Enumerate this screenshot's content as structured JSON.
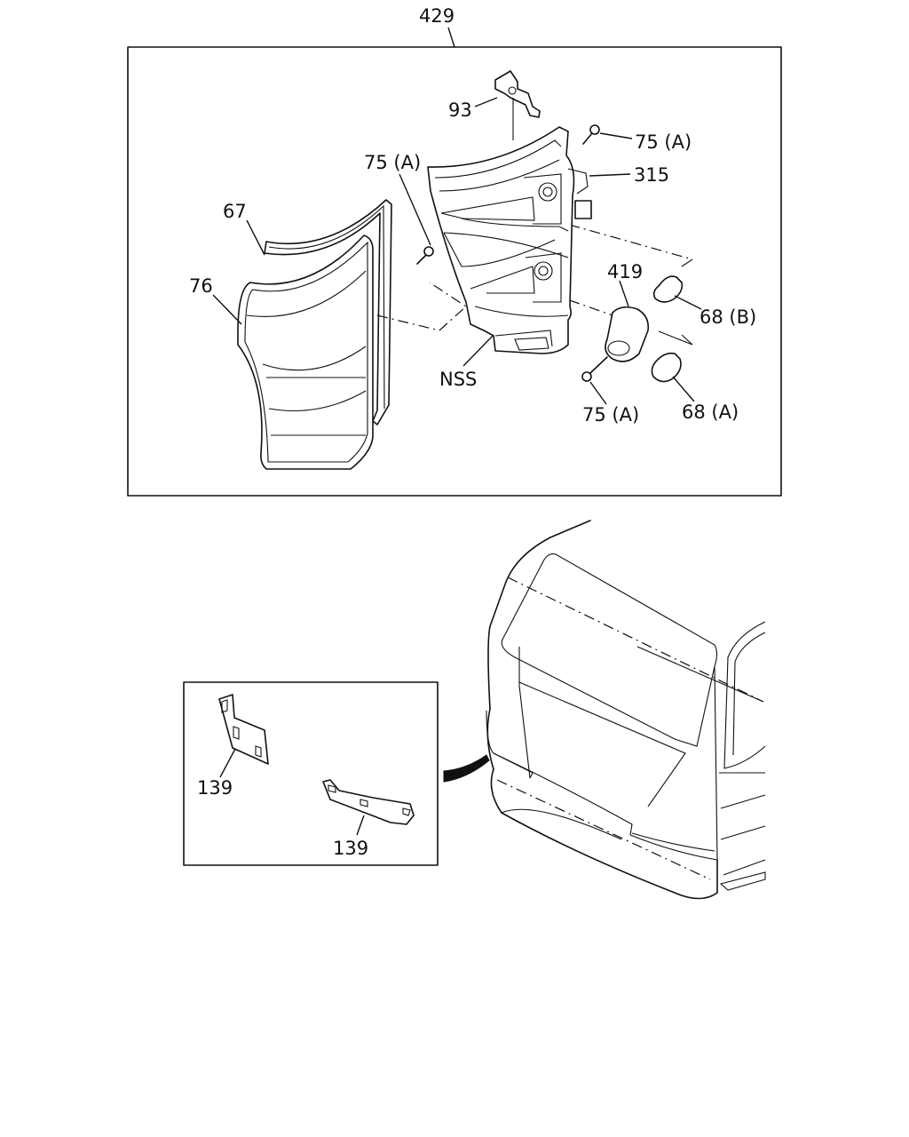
{
  "callouts": {
    "assembly": "429",
    "bracket": "93",
    "screw_upper_right": "75 (A)",
    "connector": "315",
    "screw_upper_left": "75 (A)",
    "gasket": "67",
    "lens": "76",
    "socket": "419",
    "bulb_b": "68 (B)",
    "housing": "NSS",
    "screw_lower": "75 (A)",
    "bulb_a": "68 (A)",
    "shim_upper": "139",
    "shim_lower": "139"
  }
}
